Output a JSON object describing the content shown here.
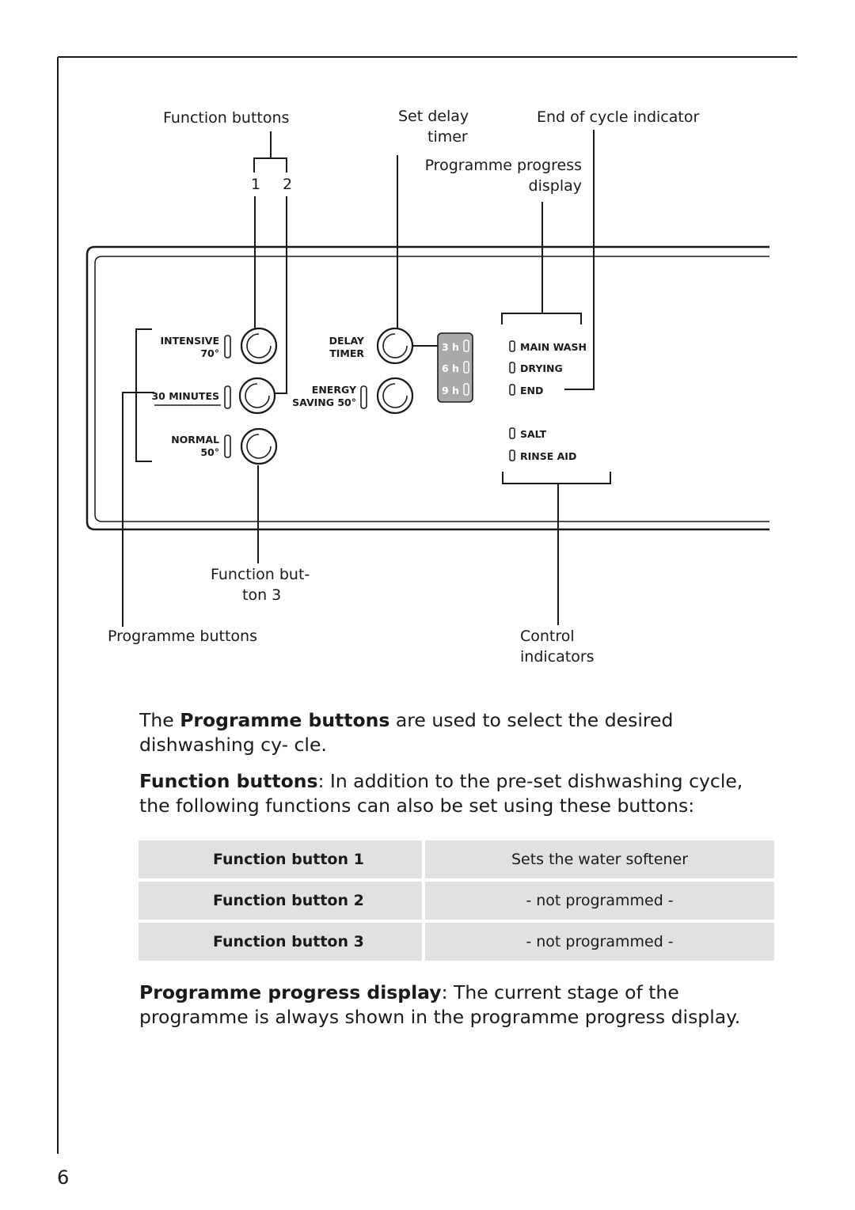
{
  "labels": {
    "function_buttons": "Function buttons",
    "num_1": "1",
    "num_2": "2",
    "set_delay_1": "Set delay",
    "set_delay_2": "timer",
    "end_of_cycle": "End of cycle indicator",
    "progress_1": "Programme progress",
    "progress_2": "display",
    "function_button_3_1": "Function but-",
    "function_button_3_2": "ton 3",
    "programme_buttons": "Programme buttons",
    "control_1": "Control",
    "control_2": "indicators"
  },
  "panel": {
    "intensive_1": "INTENSIVE",
    "intensive_2": "70°",
    "minutes": "30 MINUTES",
    "normal_1": "NORMAL",
    "normal_2": "50°",
    "delay_1": "DELAY",
    "delay_2": "TIMER",
    "energy_1": "ENERGY",
    "energy_2": "SAVING 50°",
    "timer_3h": "3 h",
    "timer_6h": "6 h",
    "timer_9h": "9 h",
    "main_wash": "MAIN WASH",
    "drying": "DRYING",
    "end": "END",
    "salt": "SALT",
    "rinse_aid": "RINSE AID"
  },
  "text": {
    "p1_pre": "The ",
    "p1_bold": "Programme buttons",
    "p1_post": " are used to select the desired dishwashing cy- cle.",
    "p2_bold": "Function buttons",
    "p2_post": ": In addition to the pre-set dishwashing cycle, the following functions can also be set using these buttons:",
    "p3_bold": "Programme progress display",
    "p3_post": ": The current stage of the programme is always shown in the programme progress display."
  },
  "table": [
    {
      "button": "Function button 1",
      "function": "Sets the water softener"
    },
    {
      "button": "Function button 2",
      "function": "- not programmed -"
    },
    {
      "button": "Function button 3",
      "function": "- not programmed -"
    }
  ],
  "page_number": "6"
}
